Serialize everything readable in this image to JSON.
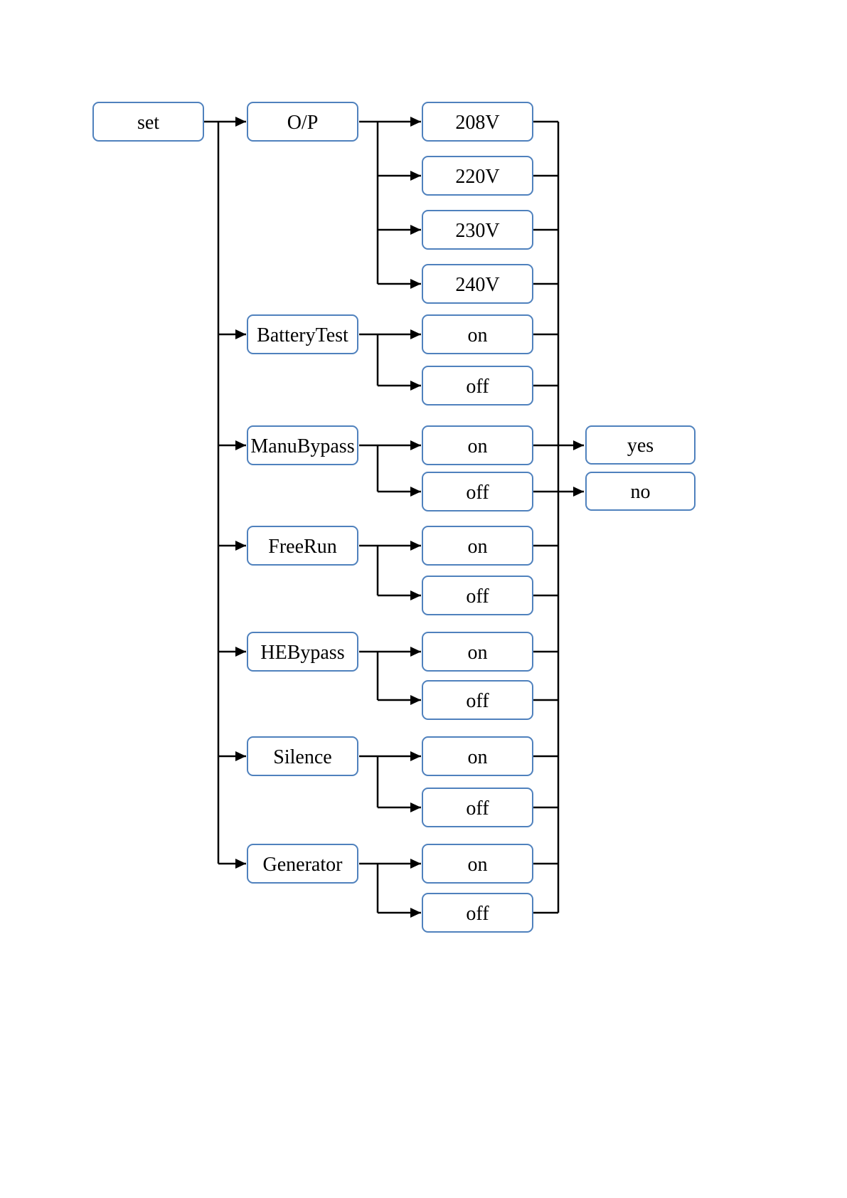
{
  "diagram": {
    "type": "menu-tree",
    "root": {
      "label": "set"
    },
    "menus": [
      {
        "label": "O/P",
        "options": [
          "208V",
          "220V",
          "230V",
          "240V"
        ]
      },
      {
        "label": "BatteryTest",
        "options": [
          "on",
          "off"
        ]
      },
      {
        "label": "ManuBypass",
        "options": [
          "on",
          "off"
        ],
        "confirm": [
          "yes",
          "no"
        ]
      },
      {
        "label": "FreeRun",
        "options": [
          "on",
          "off"
        ]
      },
      {
        "label": "HEBypass",
        "options": [
          "on",
          "off"
        ]
      },
      {
        "label": "Silence",
        "options": [
          "on",
          "off"
        ]
      },
      {
        "label": "Generator",
        "options": [
          "on",
          "off"
        ]
      }
    ],
    "style": {
      "box_border_color": "#4f81bd",
      "line_color": "#000000",
      "text_color": "#000000",
      "background_color": "#ffffff"
    }
  }
}
